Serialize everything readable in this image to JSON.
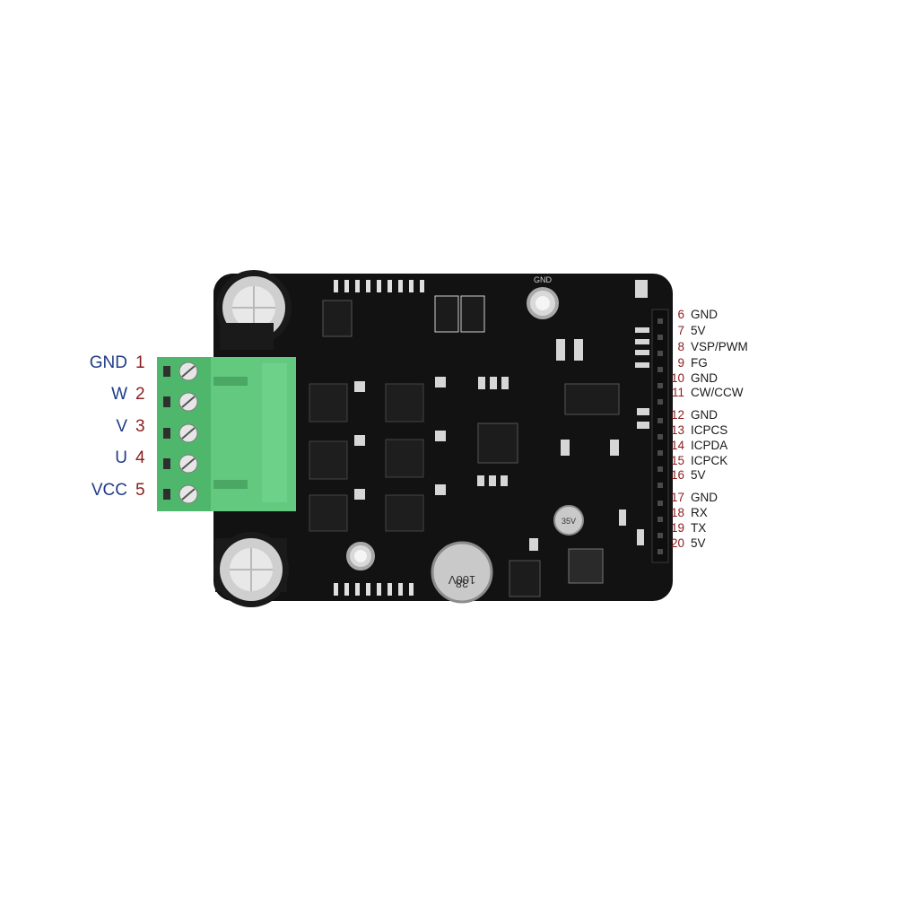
{
  "left_pins": [
    {
      "num": "1",
      "name": "GND"
    },
    {
      "num": "2",
      "name": "W"
    },
    {
      "num": "3",
      "name": "V"
    },
    {
      "num": "4",
      "name": "U"
    },
    {
      "num": "5",
      "name": "VCC"
    }
  ],
  "right_pins": [
    {
      "num": "6",
      "name": "GND"
    },
    {
      "num": "7",
      "name": "5V"
    },
    {
      "num": "8",
      "name": "VSP/PWM"
    },
    {
      "num": "9",
      "name": "FG"
    },
    {
      "num": "10",
      "name": "GND"
    },
    {
      "num": "11",
      "name": "CW/CCW"
    },
    {
      "num": "12",
      "name": "GND"
    },
    {
      "num": "13",
      "name": "ICPCS"
    },
    {
      "num": "14",
      "name": "ICPDA"
    },
    {
      "num": "15",
      "name": "ICPCK"
    },
    {
      "num": "16",
      "name": "5V"
    },
    {
      "num": "17",
      "name": "GND"
    },
    {
      "num": "18",
      "name": "RX"
    },
    {
      "num": "19",
      "name": "TX"
    },
    {
      "num": "20",
      "name": "5V"
    }
  ],
  "board": {
    "silkscreen_gnd": "GND",
    "cap_big_label": "38\n100V",
    "cap_small_label": "35V"
  },
  "colors": {
    "pcb": "#121212",
    "terminal": "#5cc77a",
    "pin_name_left": "#1f3c88",
    "pin_num": "#8b1d1d"
  }
}
